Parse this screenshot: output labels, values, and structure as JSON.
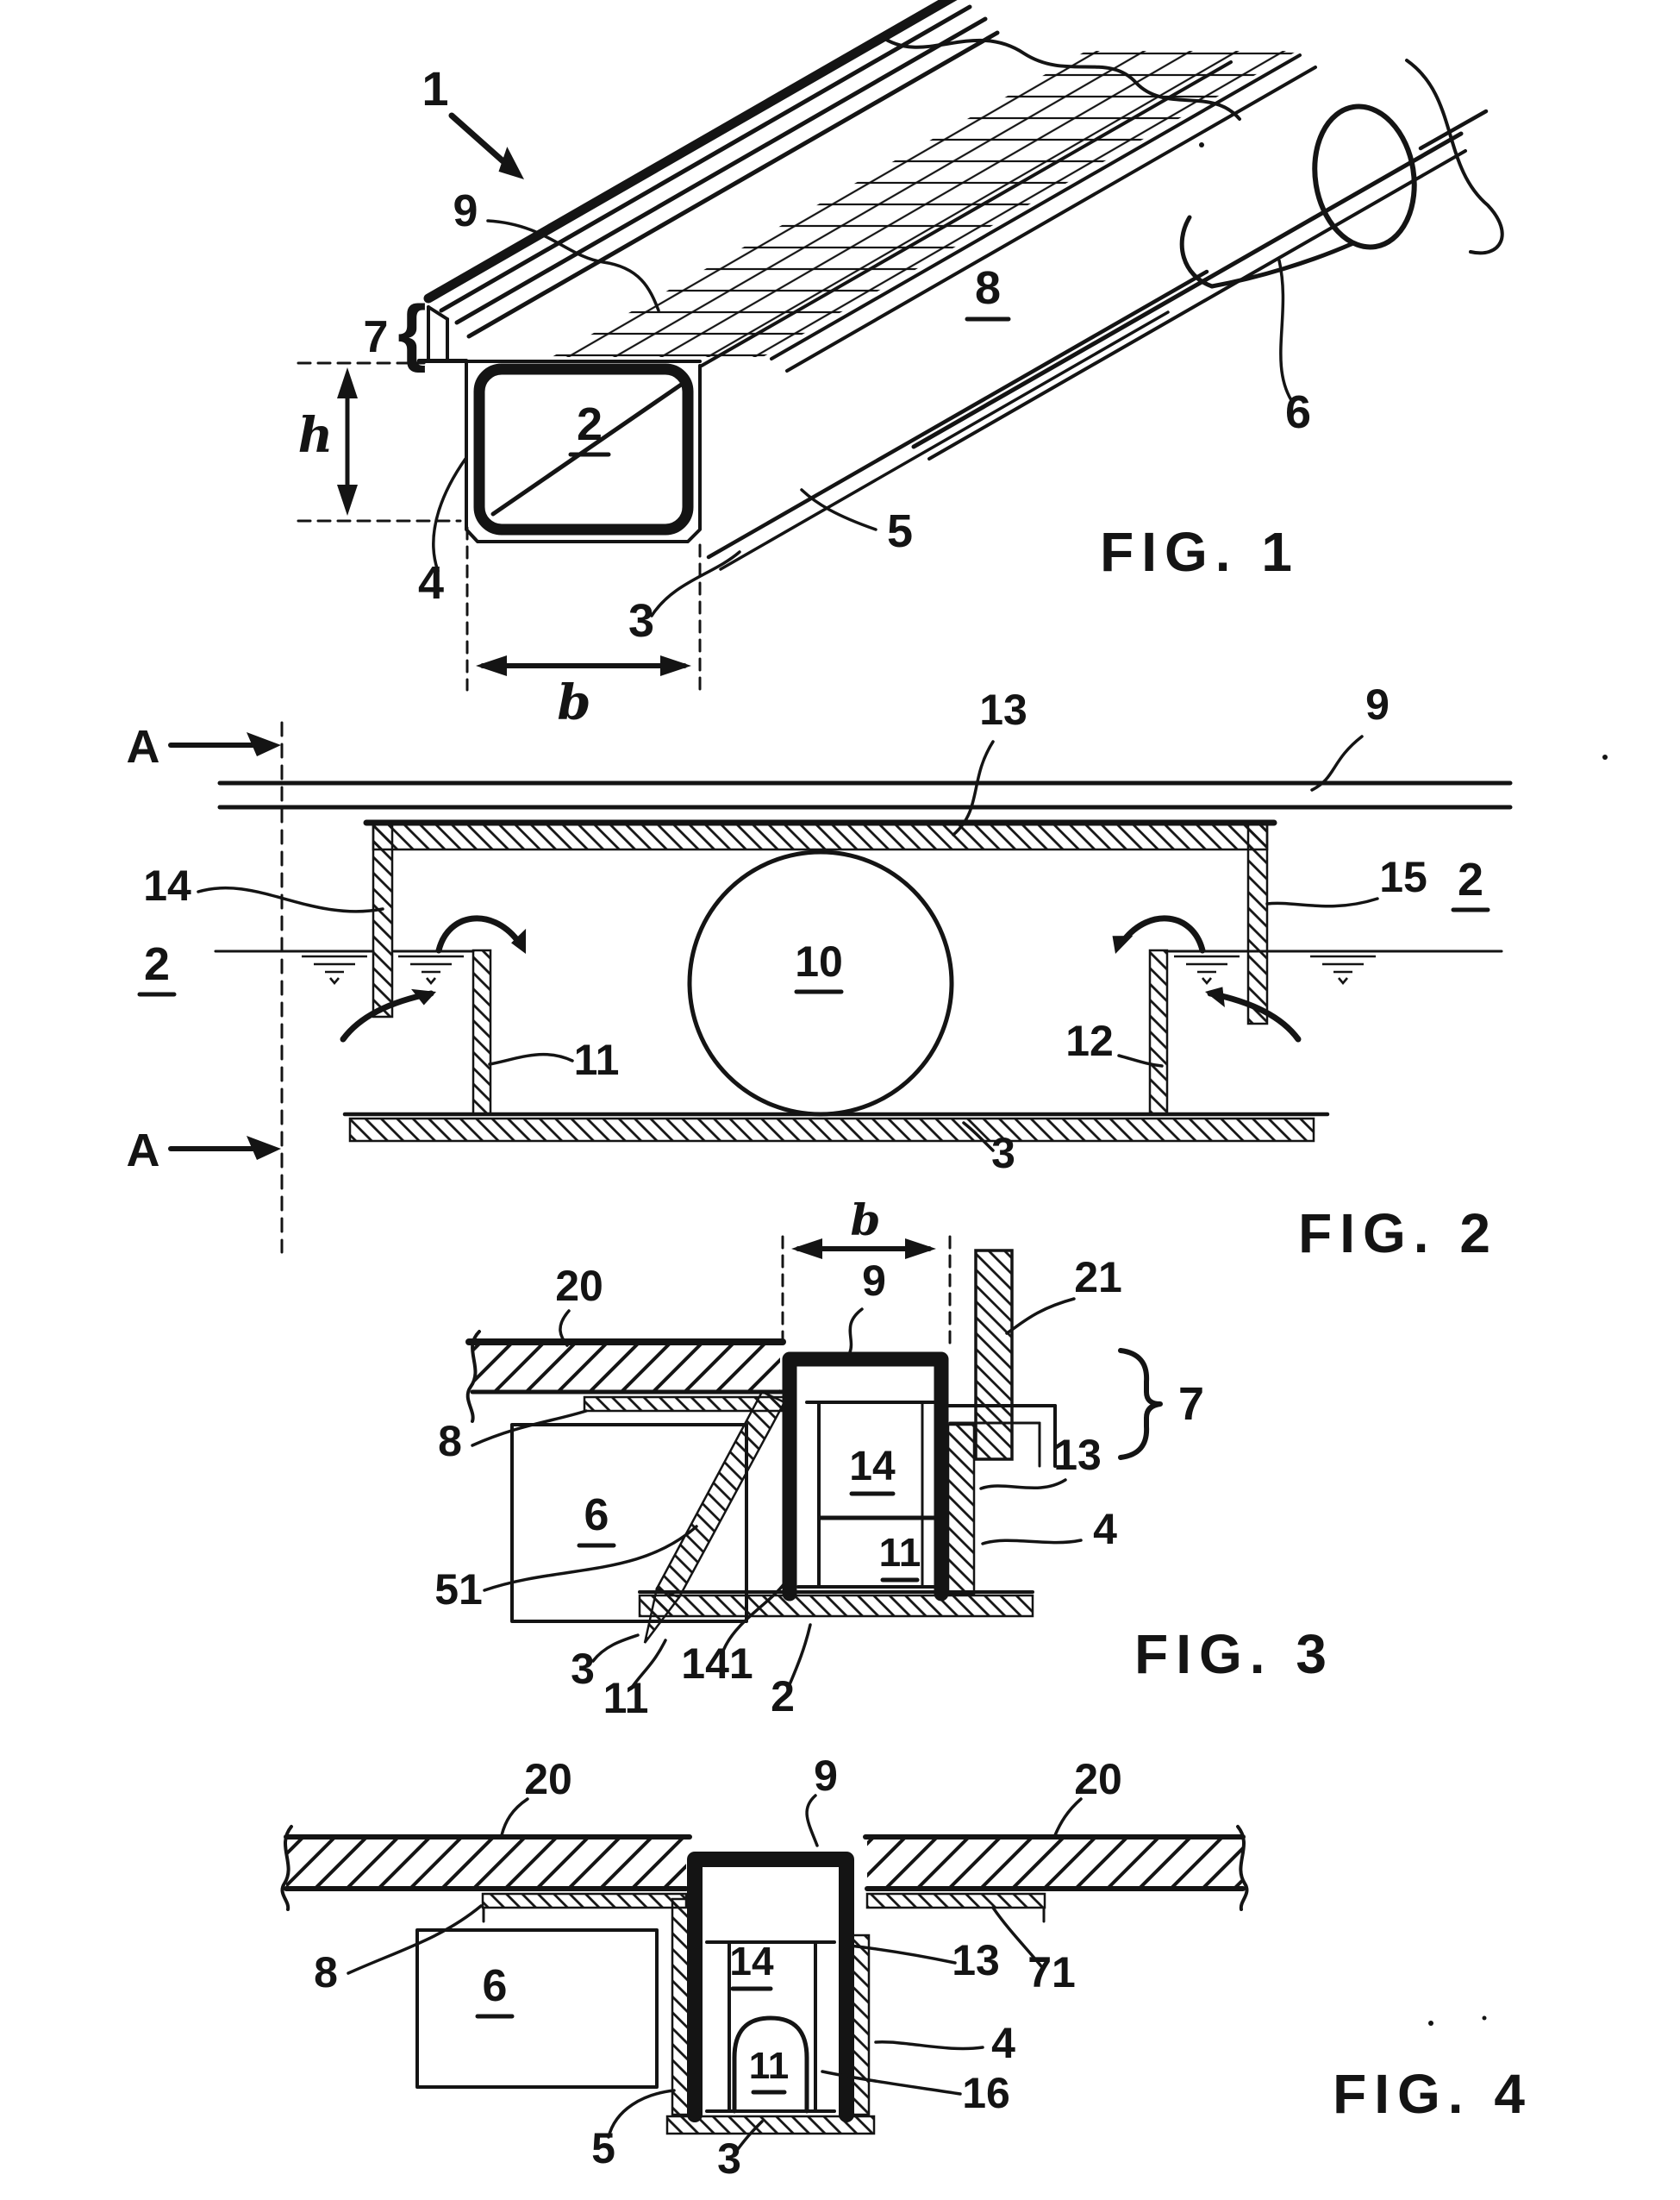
{
  "sheet": {
    "paper": "#ffffff",
    "ink": "#141414"
  },
  "fig1": {
    "caption": "FIG. 1",
    "labels": {
      "n1": "1",
      "n9": "9",
      "n7": "7",
      "dim_h": "h",
      "n2": "2",
      "n4": "4",
      "n3": "3",
      "dim_b": "b",
      "n5": "5",
      "n8": "8",
      "n6": "6"
    }
  },
  "fig2": {
    "caption": "FIG. 2",
    "labels": {
      "a_top": "A",
      "a_bottom": "A",
      "n14": "14",
      "n2_left": "2",
      "n11": "11",
      "n12": "12",
      "n13": "13",
      "n9": "9",
      "n15": "15",
      "n2_right": "2",
      "n10": "10",
      "n3": "3"
    }
  },
  "fig3": {
    "caption": "FIG. 3",
    "labels": {
      "dim_b": "b",
      "n20": "20",
      "n9": "9",
      "n21": "21",
      "n7": "7",
      "n8": "8",
      "n6": "6",
      "n14": "14",
      "n11_inner": "11",
      "n13": "13",
      "n4": "4",
      "n51": "51",
      "n3": "3",
      "n11": "11",
      "n141": "141",
      "n2": "2"
    }
  },
  "fig4": {
    "caption": "FIG. 4",
    "labels": {
      "n20_left": "20",
      "n9": "9",
      "n20_right": "20",
      "n8": "8",
      "n71": "71",
      "n6": "6",
      "n14": "14",
      "n13": "13",
      "n4": "4",
      "n11": "11",
      "n16": "16",
      "n5": "5",
      "n3": "3"
    }
  }
}
